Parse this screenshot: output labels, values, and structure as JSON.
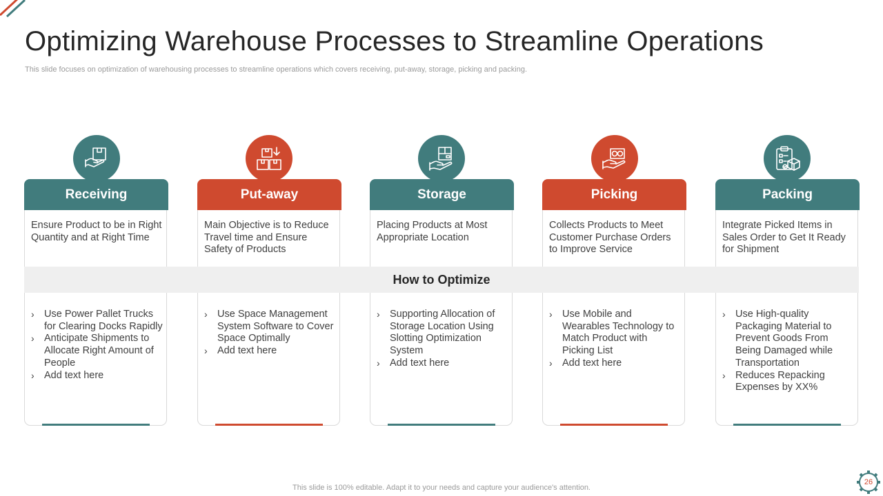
{
  "slide": {
    "title": "Optimizing Warehouse Processes to Streamline Operations",
    "subtitle": "This slide focuses on optimization of warehousing processes to streamline operations which covers receiving, put-away, storage, picking and packing.",
    "how_to_optimize": "How to Optimize",
    "footer": "This slide is 100% editable. Adapt it to your needs and capture your audience's attention.",
    "page_number": "26"
  },
  "colors": {
    "teal": "#417c7d",
    "orange": "#cf4a2f",
    "band": "#efefef"
  },
  "cards": [
    {
      "title": "Receiving",
      "icon": "hand-box-icon",
      "description": "Ensure Product to be in Right Quantity and at Right Time",
      "bullets": [
        "Use Power Pallet Trucks for Clearing Docks Rapidly",
        "Anticipate Shipments to Allocate Right Amount of People",
        "Add text here"
      ]
    },
    {
      "title": "Put-away",
      "icon": "boxes-down-arrow-icon",
      "description": "Main Objective is to Reduce Travel time and Ensure Safety of Products",
      "bullets": [
        "Use Space Management System Software to Cover Space Optimally",
        "Add text here"
      ]
    },
    {
      "title": "Storage",
      "icon": "hand-holding-box-icon",
      "description": "Placing Products at Most Appropriate Location",
      "bullets": [
        "Supporting Allocation of Storage Location Using Slotting Optimization System",
        "Add text here"
      ]
    },
    {
      "title": "Picking",
      "icon": "hand-money-icon",
      "description": "Collects Products to Meet Customer Purchase Orders to Improve Service",
      "bullets": [
        "Use Mobile and Wearables Technology to Match Product with Picking List",
        "Add text here"
      ]
    },
    {
      "title": "Packing",
      "icon": "clipboard-package-icon",
      "description": "Integrate Picked Items in Sales Order to Get It Ready for Shipment",
      "bullets": [
        "Use High-quality Packaging Material to Prevent Goods From Being Damaged while Transportation",
        "Reduces Repacking Expenses by XX%"
      ]
    }
  ]
}
